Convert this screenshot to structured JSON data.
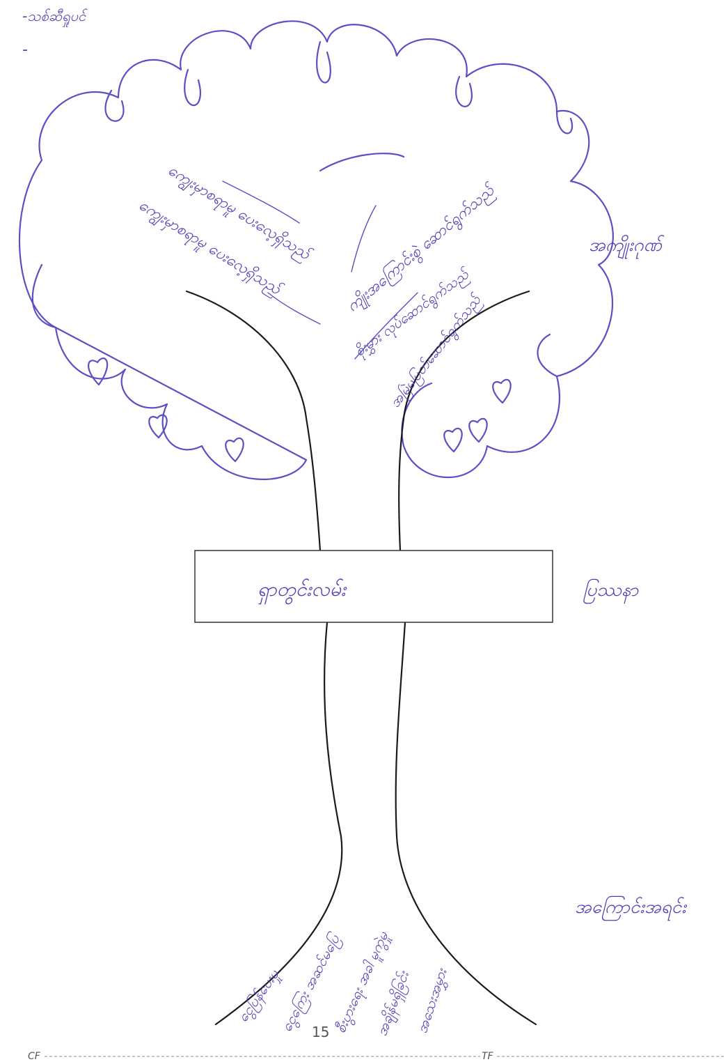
{
  "header": {
    "line1": "-သစ်ဆီရှုပင်",
    "line2": "-"
  },
  "tree": {
    "branch_left_outer": "ကျွေးမှာစရာမူ ပေးလေ့ရှိသည်",
    "branch_left_inner": "ကျွေးမှာစရာမူ ပေးလေ့ရှိသည်",
    "branch_center_outer": "ကျိုးအကြောင်းစွဲ ဆောင်ရွက်သည်",
    "branch_center_inner": "စိုးမွှား လုပ်ဆောင်ရွက်သည်",
    "branch_right_inner": "အမြဲမပြတ်ဆောင်ရွက်သည်",
    "fruit_label": "အကျိုးဂုဏ်",
    "trunk_box_label": "ရှာတွင်းလမ်း",
    "problem_label": "ပြဿနာ",
    "root_label": "အကြောင်းအရင်း",
    "roots": [
      "ငွေပြန်ပေးမှု",
      "ငွေကြေး အဆင်မပြေ",
      "စီးပွားရေး အခါ မူကွဲမှု",
      "အချိန်မရှိခြင်း",
      "အသေးအမွှား"
    ]
  },
  "footer": {
    "page_number": "15",
    "left_code": "CF",
    "right_code": "TF"
  }
}
